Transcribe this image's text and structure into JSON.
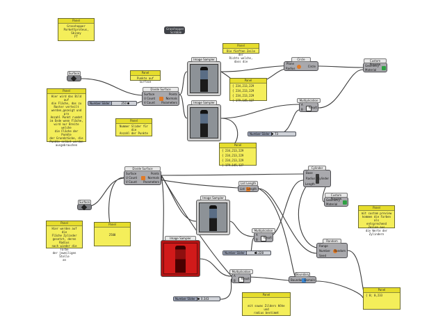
{
  "panels": {
    "p_top_left": {
      "title": "Panel",
      "text": "Grasshopper\nParkettproteus, Skinny\nFT"
    },
    "p_top_mid": {
      "title": "Panel",
      "text": "Die fünften Zeile der\nRichts welche, dass die"
    },
    "p_punkte": {
      "title": "Panel",
      "text": "Punkte auf Surface"
    },
    "p_left_desc": {
      "title": "Panel",
      "text": "Hier wird das Bild auf\ndie Fläche, das zu\nRaster verteilt\nwerden,gezeigt und pro\nAnzahl Punkt rundet\nim Ende wenn Fläche,\nwird nur Breite welche\ndie Fläche der Punkte\nder Grundstücke, die\nPunkte selbst werden\nausgebrauchen"
    },
    "p_nummer": {
      "title": "Panel",
      "text": "Nummer Slider für die\nAnzahl der Punkte"
    },
    "p_values1": {
      "title": "Panel",
      "lines": [
        "{ 234,213,229",
        "{ 234,213,229",
        "{ 234,213,229",
        "{ 179,145,127"
      ]
    },
    "p_values2": {
      "title": "Panel",
      "lines": [
        "{ 234,213,229",
        "{ 234,213,229",
        "{ 234,213,229",
        "{ 179,145,127"
      ]
    },
    "p_bottom_left": {
      "title": "Panel",
      "text": "Hier werden auf die\nFläche Zylinder\ngesetzt, deren Radius\nnach wieder die Farbe\nder jeweiligen Stelle\nan"
    },
    "p_bottom_left2": {
      "title": "Panel",
      "text": "2500"
    },
    "p_right_desc": {
      "title": "Panel",
      "text": "mit custom preview\nkommen die Farben als\nentsprechend Zeilen aus\ndie Werte der\nZylindern"
    },
    "p_bottom_mid": {
      "title": "Panel",
      "text": "mit sowas Zilders Höhe und\nradius bestimmt"
    },
    "p_bottom_right": {
      "title": "Panel",
      "text": "{ 0; 0,233"
    }
  },
  "components": {
    "divide1": {
      "title": "Divide Surface",
      "inputs": [
        "Surface",
        "U Count",
        "V Count"
      ],
      "outputs": [
        "Points",
        "Normals",
        "Parameters"
      ]
    },
    "divide2": {
      "title": "Divide Surface",
      "inputs": [
        "Surface",
        "U Count",
        "V Count"
      ],
      "outputs": [
        "Points",
        "Normals",
        "Parameters"
      ]
    },
    "circle": {
      "title": "Circle",
      "inputs": [
        "Plane",
        "Radius"
      ],
      "outputs": [
        "Circle"
      ]
    },
    "preview1": {
      "title": "Custom Preview",
      "inputs": [
        "Geometry",
        "Material"
      ]
    },
    "preview2": {
      "title": "Custom Preview",
      "inputs": [
        "Geometry",
        "Material"
      ]
    },
    "mult1": {
      "title": "Multiplication",
      "io": [
        "A",
        "B",
        "Result"
      ]
    },
    "mult2": {
      "title": "Multiplication",
      "io": [
        "A",
        "B",
        "Result"
      ]
    },
    "mult3": {
      "title": "Multiplication",
      "io": [
        "A",
        "B",
        "Result"
      ]
    },
    "listlen": {
      "title": "List Length",
      "io": [
        "List",
        "Length"
      ]
    },
    "cylinder": {
      "title": "Cylinder",
      "inputs": [
        "Base",
        "Radius",
        "Length"
      ],
      "outputs": [
        "Cylinder"
      ]
    },
    "random": {
      "title": "Random",
      "inputs": [
        "Range",
        "Number",
        "Seed"
      ],
      "outputs": [
        "Random"
      ]
    },
    "boundary": {
      "title": "Boundary",
      "io": [
        "Boundary",
        "Domain"
      ]
    },
    "surface1": {
      "label": "Surface"
    },
    "surface2": {
      "label": "Surface"
    },
    "scribble": {
      "title": "Grasshopper",
      "label": "Scribble"
    },
    "sampler1": {
      "title": "Image Sampler"
    },
    "sampler2": {
      "title": "Image Sampler"
    },
    "sampler3": {
      "title": "Image Sampler"
    },
    "sampler4": {
      "title": "Image Sampler"
    }
  },
  "sliders": {
    "s1": {
      "label": "Number Slider",
      "value": "250"
    },
    "s2": {
      "label": "Number Slider",
      "value": "73"
    },
    "s3": {
      "label": "Number Slider",
      "value": "0.228"
    },
    "s4": {
      "label": "Number Slider",
      "value": "0.343"
    }
  },
  "colors": {
    "panel": "#f4ee5a",
    "component": "#a9a9ad",
    "wire": "#3a3a3a",
    "canvas": "#ffffff"
  }
}
